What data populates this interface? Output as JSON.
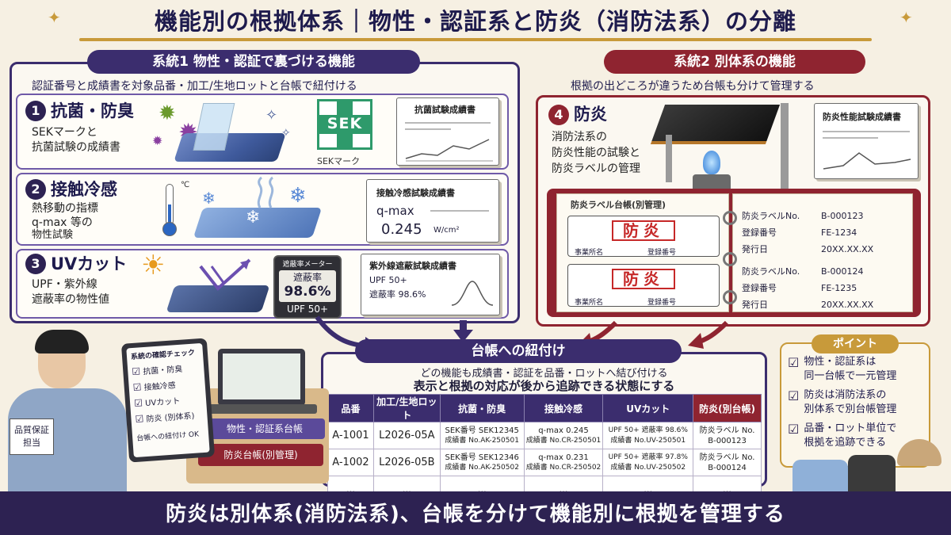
{
  "title": "機能別の根拠体系｜物性・認証系と防炎（消防法系）の分離",
  "system1": {
    "header": "系統1  物性・認証で裏づける機能",
    "subtitle": "認証番号と成績書を対象品番・加工/生地ロットと台帳で紐付ける",
    "features": [
      {
        "num": "1",
        "name": "抗菌・防臭",
        "desc1": "SEKマークと",
        "desc2": "抗菌試験の成績書",
        "badge": "SEK",
        "badge_label": "SEKマーク",
        "doc_title": "抗菌試験成績書"
      },
      {
        "num": "2",
        "name": "接触冷感",
        "desc1": "熱移動の指標",
        "desc2": "q-max 等の",
        "desc3": "物性試験",
        "thermo": "℃",
        "doc_title": "接触冷感試験成績書",
        "doc_metric": "q-max",
        "doc_value": "0.245",
        "doc_unit": "W/cm²"
      },
      {
        "num": "3",
        "name": "UVカット",
        "desc1": "UPF・紫外線",
        "desc2": "遮蔽率の物性値",
        "meter_title": "遮蔽率メーター",
        "meter_label": "遮蔽率",
        "meter_value": "98.6%",
        "meter_upf": "UPF 50+",
        "doc_title": "紫外線遮蔽試験成績書",
        "doc_line1": "UPF 50+",
        "doc_line2": "遮蔽率 98.6%"
      }
    ]
  },
  "system2": {
    "header": "系統2  別体系の機能",
    "subtitle": "根拠の出どころが違うため台帳も分けて管理する",
    "feature": {
      "num": "4",
      "name": "防炎",
      "desc1": "消防法系の",
      "desc2": "防炎性能の試験と",
      "desc3": "防炎ラベルの管理",
      "doc_title": "防炎性能試験成績書"
    },
    "ledger_title": "防炎ラベル台帳(別管理)",
    "label_word": "防炎",
    "label_field1": "事業所名",
    "label_field2": "登録番号",
    "entries": [
      {
        "k1": "防炎ラベルNo.",
        "v1": "B-000123",
        "k2": "登録番号",
        "v2": "FE-1234",
        "k3": "発行日",
        "v3": "20XX.XX.XX"
      },
      {
        "k1": "防炎ラベルNo.",
        "v1": "B-000124",
        "k2": "登録番号",
        "v2": "FE-1235",
        "k3": "発行日",
        "v3": "20XX.XX.XX"
      }
    ]
  },
  "checklist": {
    "title": "系統の確認チェック",
    "items": [
      "抗菌・防臭",
      "接触冷感",
      "UVカット",
      "防炎 (別体系)"
    ],
    "footer": "台帳への紐付け OK",
    "badge1": "品質保証",
    "badge2": "担当",
    "binder1": "物性・認証系台帳",
    "binder2": "防炎台帳(別管理)"
  },
  "ledger": {
    "title": "台帳への紐付け",
    "line1": "どの機能も成績書・認証を品番・ロットへ結び付ける",
    "line2": "表示と根拠の対応が後から追跡できる状態にする",
    "headers": [
      "品番",
      "加工/生地ロット",
      "抗菌・防臭",
      "接触冷感",
      "UVカット",
      "防炎(別台帳)"
    ],
    "rows": [
      {
        "sku": "A-1001",
        "lot": "L2026-05A",
        "ab1": "SEK番号 SEK12345",
        "ab2": "成績書 No.AK-250501",
        "cc1": "q-max 0.245",
        "cc2": "成績書 No.CR-250501",
        "uv1": "UPF 50+ 遮蔽率 98.6%",
        "uv2": "成績書 No.UV-250501",
        "fr1": "防炎ラベル No.",
        "fr2": "B-000123"
      },
      {
        "sku": "A-1002",
        "lot": "L2026-05B",
        "ab1": "SEK番号 SEK12346",
        "ab2": "成績書 No.AK-250502",
        "cc1": "q-max 0.231",
        "cc2": "成績書 No.CR-250502",
        "uv1": "UPF 50+ 遮蔽率 97.8%",
        "uv2": "成績書 No.UV-250502",
        "fr1": "防炎ラベル No.",
        "fr2": "B-000124"
      }
    ],
    "ellipsis": "…"
  },
  "points": {
    "title": "ポイント",
    "items": [
      {
        "a": "物性・認証系は",
        "b": "同一台帳で一元管理"
      },
      {
        "a": "防炎は消防法系の",
        "b": "別体系で別台帳管理"
      },
      {
        "a": "品番・ロット単位で",
        "b": "根拠を追跡できる"
      }
    ]
  },
  "bottom": "防炎は別体系(消防法系)、台帳を分けて機能別に根拠を管理する"
}
